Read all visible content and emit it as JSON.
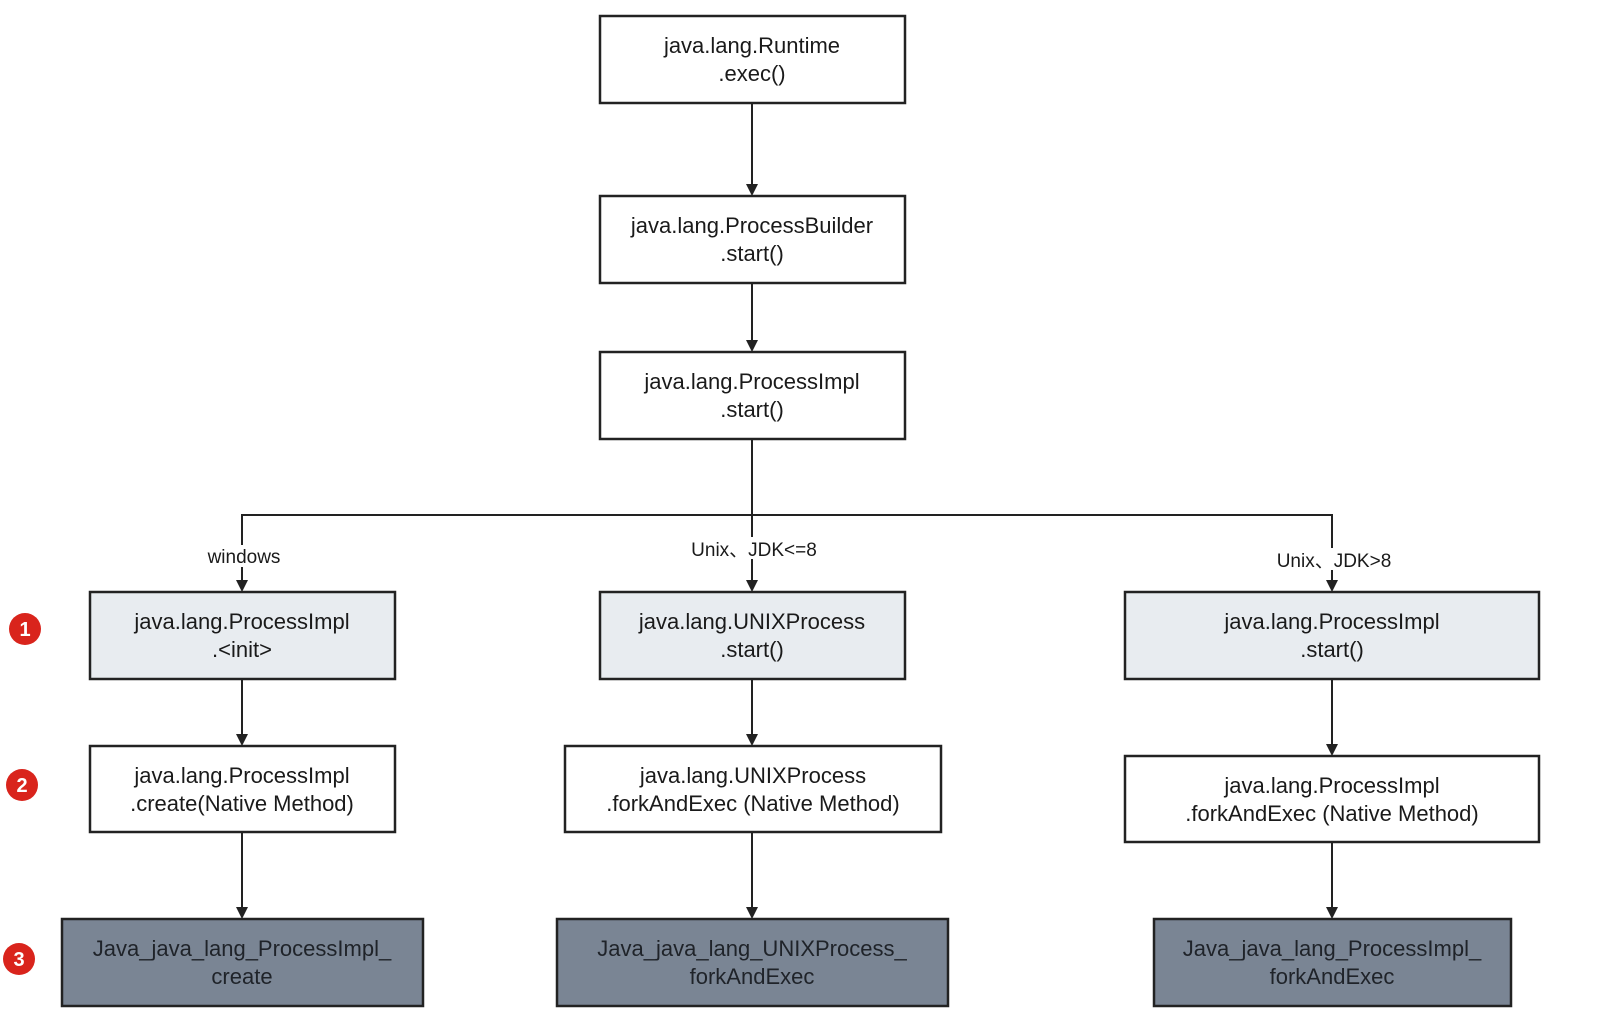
{
  "colors": {
    "box_white": "#ffffff",
    "box_light": "#e8ecf0",
    "box_dark": "#7a8594",
    "stroke": "#222222",
    "badge": "#d9241c"
  },
  "nodes": {
    "runtime_exec": [
      "java.lang.Runtime",
      ".exec()"
    ],
    "processbuilder_start": [
      "java.lang.ProcessBuilder",
      ".start()"
    ],
    "processimpl_start": [
      "java.lang.ProcessImpl",
      ".start()"
    ],
    "win_processimpl_init": [
      "java.lang.ProcessImpl",
      ".<init>"
    ],
    "unix8_unixprocess_start": [
      "java.lang.UNIXProcess",
      ".start()"
    ],
    "unix9_processimpl_start": [
      "java.lang.ProcessImpl",
      ".start()"
    ],
    "win_processimpl_create": [
      "java.lang.ProcessImpl",
      ".create(Native Method)"
    ],
    "unix8_unixprocess_forkandexec": [
      "java.lang.UNIXProcess",
      ".forkAndExec (Native Method)"
    ],
    "unix9_processimpl_forkandexec": [
      "java.lang.ProcessImpl",
      ".forkAndExec (Native Method)"
    ],
    "win_native_create": [
      "Java_java_lang_ProcessImpl_",
      "create"
    ],
    "unix8_native_forkandexec": [
      "Java_java_lang_UNIXProcess_",
      "forkAndExec"
    ],
    "unix9_native_forkandexec": [
      "Java_java_lang_ProcessImpl_",
      "forkAndExec"
    ]
  },
  "branch_labels": {
    "windows": "windows",
    "unix_le8": "Unix、JDK<=8",
    "unix_gt8": "Unix、JDK>8"
  },
  "badges": [
    "1",
    "2",
    "3"
  ]
}
